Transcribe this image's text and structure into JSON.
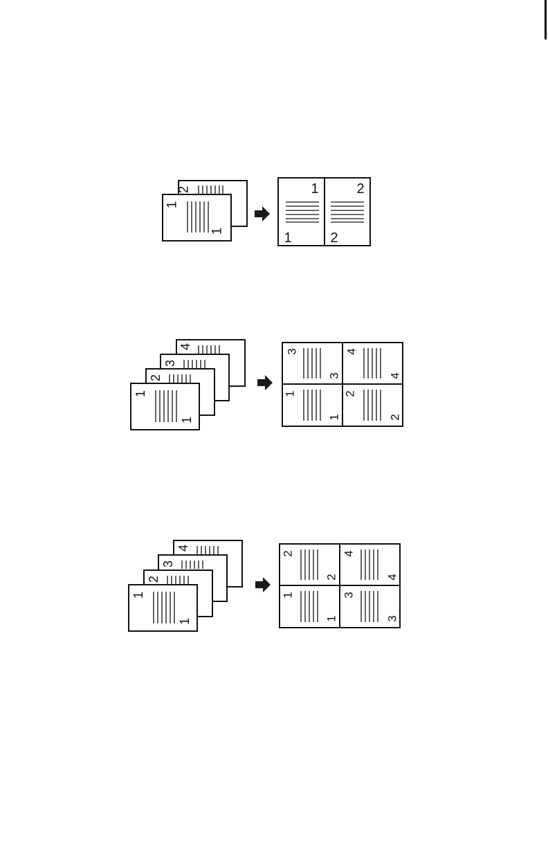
{
  "colors": {
    "ink": "#111111",
    "paper": "#ffffff",
    "arrow": "#1a1a1a"
  },
  "figures": [
    {
      "id": "2-up",
      "source_pages": [
        "1",
        "2"
      ],
      "result_cells": [
        {
          "page": "1",
          "top_label": "1",
          "bottom_label": "1"
        },
        {
          "page": "2",
          "top_label": "2",
          "bottom_label": "2"
        }
      ]
    },
    {
      "id": "4-up-horizontal",
      "source_pages": [
        "1",
        "2",
        "3",
        "4"
      ],
      "result_cells": [
        {
          "position": "top-left",
          "page": "3"
        },
        {
          "position": "top-right",
          "page": "4"
        },
        {
          "position": "bottom-left",
          "page": "1"
        },
        {
          "position": "bottom-right",
          "page": "2"
        }
      ]
    },
    {
      "id": "4-up-vertical",
      "source_pages": [
        "1",
        "2",
        "3",
        "4"
      ],
      "result_cells": [
        {
          "position": "top-left",
          "page": "2"
        },
        {
          "position": "top-right",
          "page": "4"
        },
        {
          "position": "bottom-left",
          "page": "1"
        },
        {
          "position": "bottom-right",
          "page": "3"
        }
      ]
    }
  ]
}
